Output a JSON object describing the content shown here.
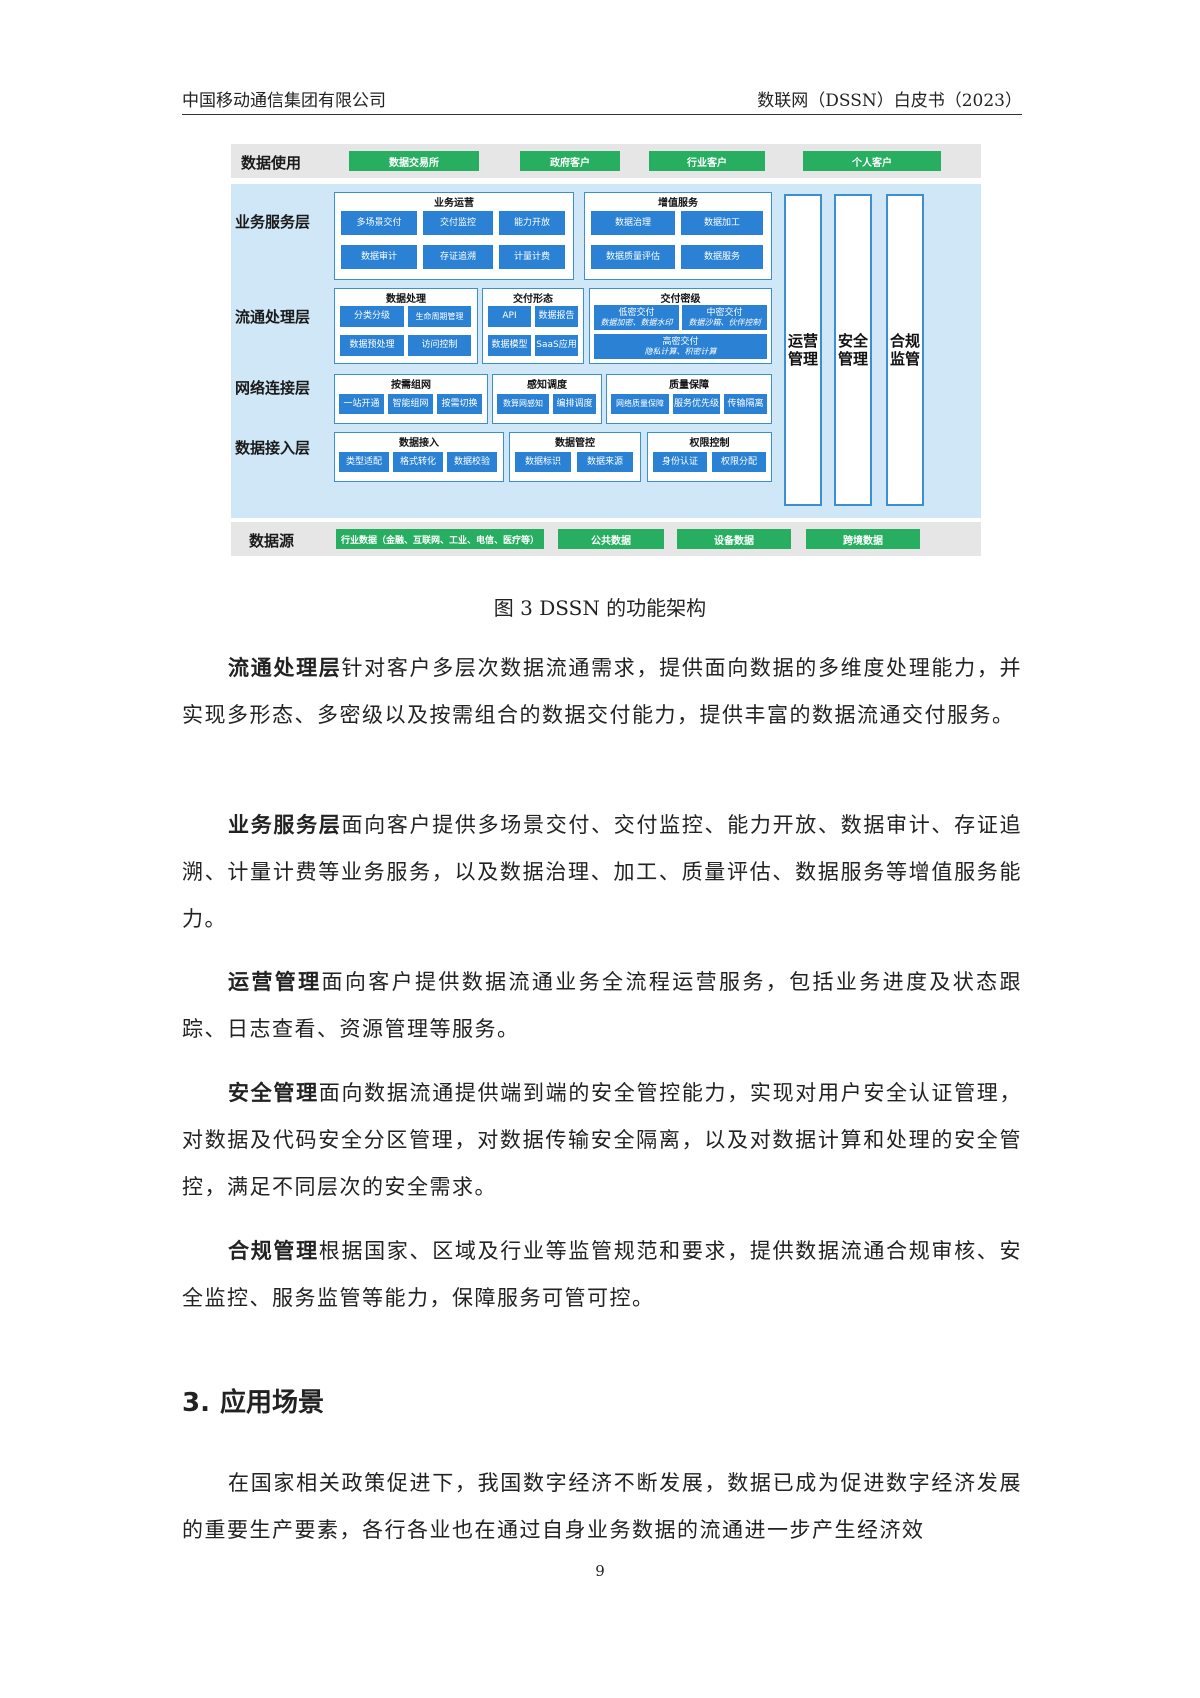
{
  "header": {
    "left": "中国移动通信集团有限公司",
    "right": "数联网（DSSN）白皮书（2023）"
  },
  "diagram": {
    "layers": {
      "usage": "数据使用",
      "business": "业务服务层",
      "circulation": "流通处理层",
      "network": "网络连接层",
      "access": "数据接入层",
      "source": "数据源"
    },
    "usage_items": [
      "数据交易所",
      "政府客户",
      "行业客户",
      "个人客户"
    ],
    "source_items": [
      "行业数据（金融、互联网、工业、电信、医疗等）",
      "公共数据",
      "设备数据",
      "跨境数据"
    ],
    "business": {
      "ops": {
        "title": "业务运营",
        "items": [
          "多场景交付",
          "交付监控",
          "能力开放",
          "数据审计",
          "存证追溯",
          "计量计费"
        ]
      },
      "value": {
        "title": "增值服务",
        "items": [
          "数据治理",
          "数据加工",
          "数据质量评估",
          "数据服务"
        ]
      }
    },
    "circulation": {
      "processing": {
        "title": "数据处理",
        "items": [
          "分类分级",
          "生命周期管理",
          "数据预处理",
          "访问控制"
        ]
      },
      "forms": {
        "title": "交付形态",
        "items": [
          "API",
          "数据报告",
          "数据模型",
          "SaaS应用"
        ]
      },
      "levels": {
        "title": "交付密级",
        "low": {
          "name": "低密交付",
          "sub": "数据加密、数据水印"
        },
        "mid": {
          "name": "中密交付",
          "sub": "数据沙箱、伙伴控制"
        },
        "high": {
          "name": "高密交付",
          "sub": "隐私计算、积密计算"
        }
      }
    },
    "network": {
      "ondemand": {
        "title": "按需组网",
        "items": [
          "一站开通",
          "智能组网",
          "按需切换"
        ]
      },
      "sensing": {
        "title": "感知调度",
        "items": [
          "数算网感知",
          "编排调度"
        ]
      },
      "quality": {
        "title": "质量保障",
        "items": [
          "网络质量保障",
          "服务优先级",
          "传输隔离"
        ]
      }
    },
    "access": {
      "ingest": {
        "title": "数据接入",
        "items": [
          "类型适配",
          "格式转化",
          "数据校验"
        ]
      },
      "control": {
        "title": "数据管控",
        "items": [
          "数据标识",
          "数据来源"
        ]
      },
      "permission": {
        "title": "权限控制",
        "items": [
          "身份认证",
          "权限分配"
        ]
      }
    },
    "columns": [
      "运营管理",
      "安全管理",
      "合规监管"
    ]
  },
  "caption": "图 3 DSSN 的功能架构",
  "paragraphs": [
    {
      "bold": "流通处理层",
      "text": "针对客户多层次数据流通需求，提供面向数据的多维度处理能力，并实现多形态、多密级以及按需组合的数据交付能力，提供丰富的数据流通交付服务。"
    },
    {
      "bold": "业务服务层",
      "text": "面向客户提供多场景交付、交付监控、能力开放、数据审计、存证追溯、计量计费等业务服务，以及数据治理、加工、质量评估、数据服务等增值服务能力。"
    },
    {
      "bold": "运营管理",
      "text": "面向客户提供数据流通业务全流程运营服务，包括业务进度及状态跟踪、日志查看、资源管理等服务。"
    },
    {
      "bold": "安全管理",
      "text": "面向数据流通提供端到端的安全管控能力，实现对用户安全认证管理，对数据及代码安全分区管理，对数据传输安全隔离，以及对数据计算和处理的安全管控，满足不同层次的安全需求。"
    },
    {
      "bold": "合规管理",
      "text": "根据国家、区域及行业等监管规范和要求，提供数据流通合规审核、安全监控、服务监管等能力，保障服务可管可控。"
    }
  ],
  "section": {
    "number": "3.",
    "title": "应用场景"
  },
  "section_paragraph": "在国家相关政策促进下，我国数字经济不断发展，数据已成为促进数字经济发展的重要生产要素，各行各业也在通过自身业务数据的流通进一步产生经济效",
  "page_number": "9"
}
